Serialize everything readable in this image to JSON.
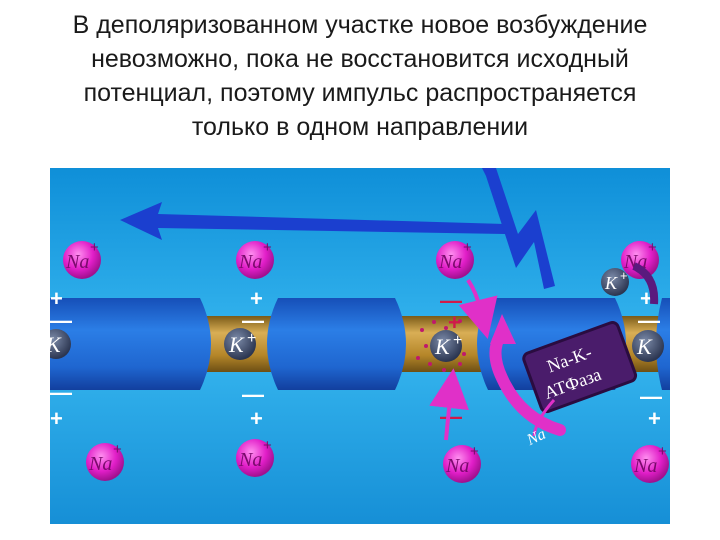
{
  "slide": {
    "caption_lines": [
      "В деполяризованном участке новое возбуждение",
      "невозможно, пока не восстановится исходный",
      "потенциал, поэтому импульс распространяется",
      "только в одном направлении"
    ]
  },
  "diagram": {
    "ion_na": "Na",
    "ion_k": "K",
    "plus_sign": "+",
    "minus_sign": "—",
    "pump_label_line1": "Na-K-",
    "pump_label_line2": "АТФаза",
    "colors": {
      "background": "#1fa6e6",
      "segment": "#1f6fd4",
      "axon": "#b88a2e",
      "ion": "#e11ec8",
      "arrow": "#1b3fcf",
      "pump": "#4a1c6b",
      "flow_arrow": "#e030c8"
    }
  }
}
